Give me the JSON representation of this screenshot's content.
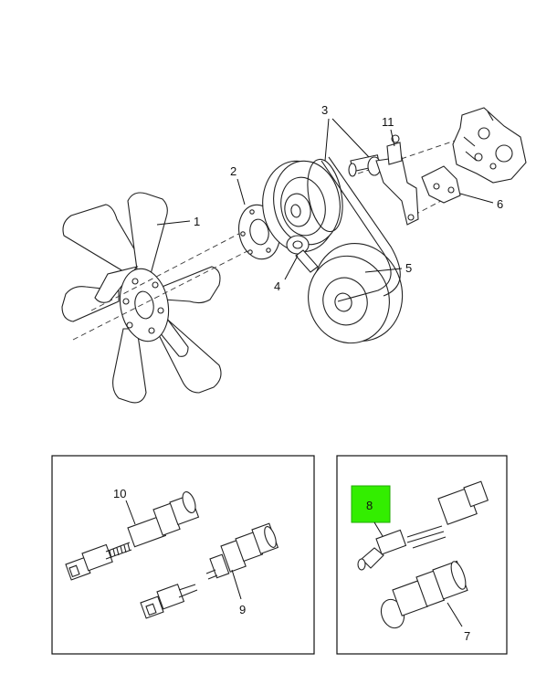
{
  "callouts": {
    "c1": "1",
    "c2": "2",
    "c3": "3",
    "c4": "4",
    "c5": "5",
    "c6": "6",
    "c7": "7",
    "c8": "8",
    "c9": "9",
    "c10": "10",
    "c11": "11"
  },
  "highlight": {
    "part": "8",
    "color": "#33ee00"
  }
}
